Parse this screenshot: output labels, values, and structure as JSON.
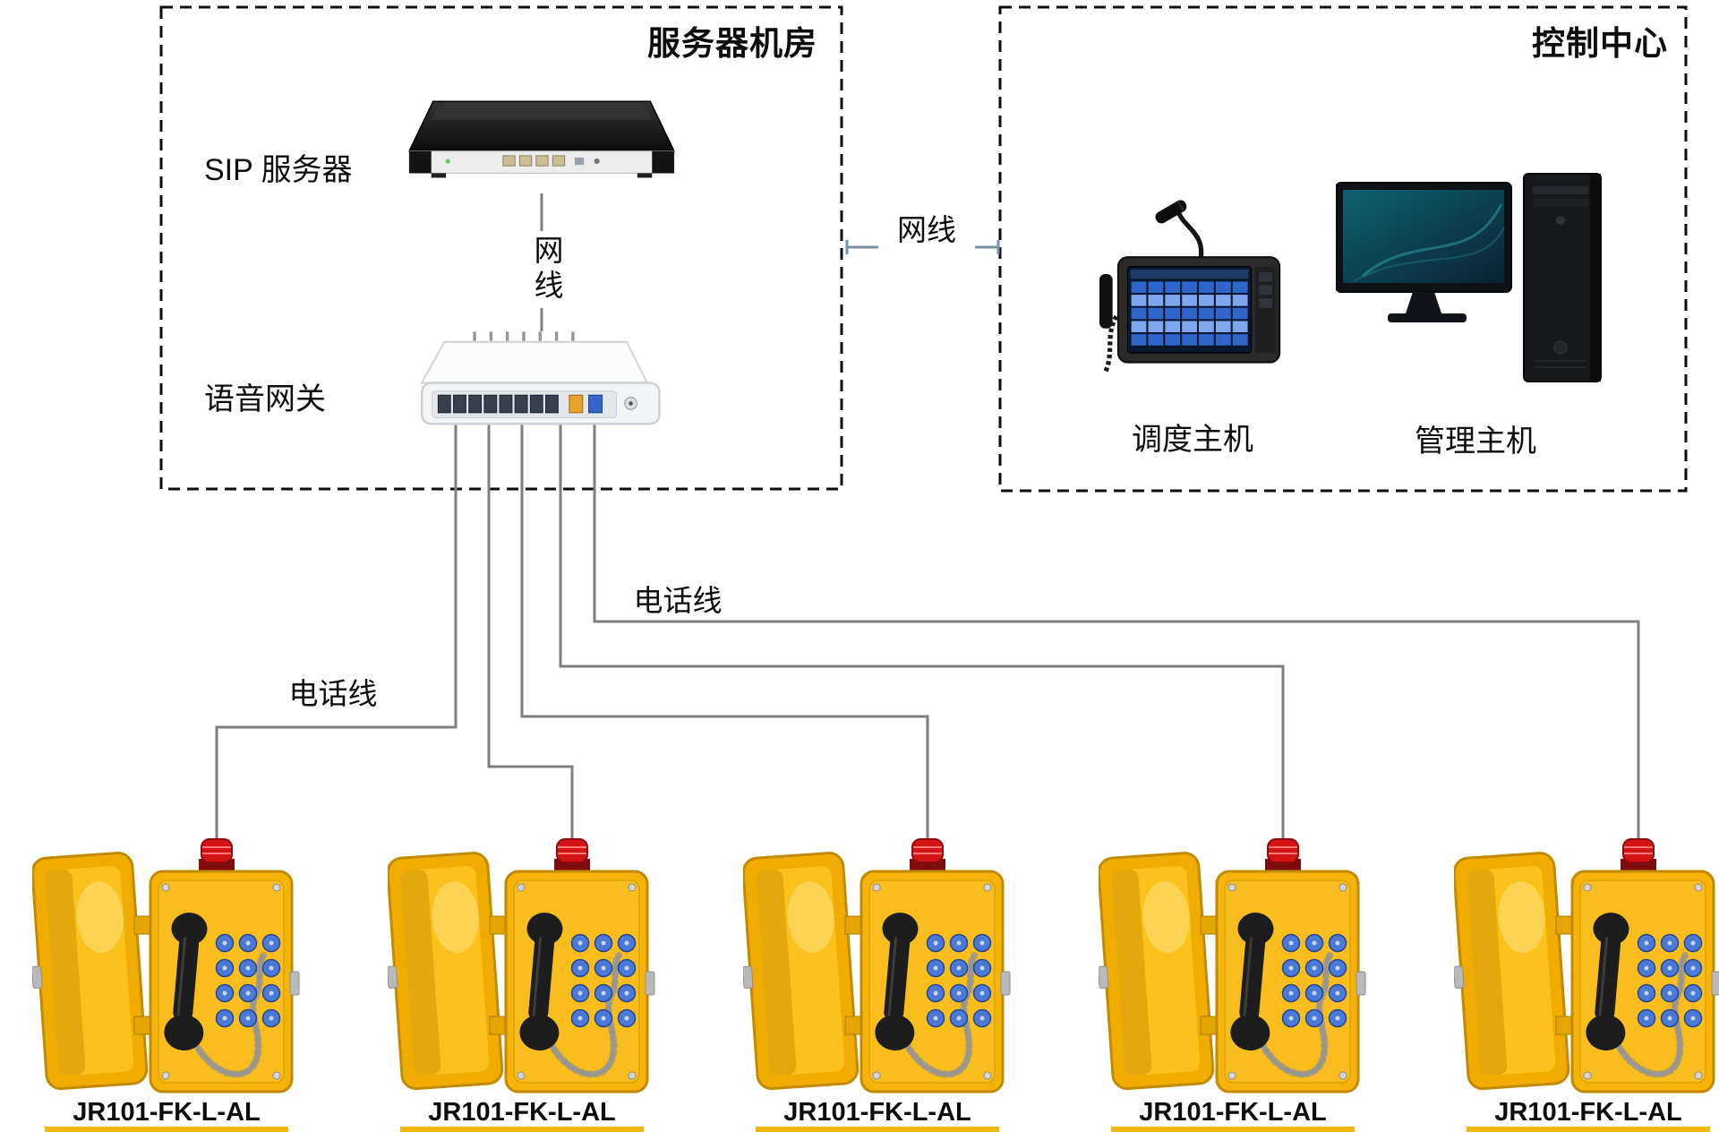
{
  "server_room": {
    "title": "服务器机房",
    "sip_server_label": "SIP 服务器",
    "gateway_label": "语音网关",
    "cable_label": "网线"
  },
  "control_center": {
    "title": "控制中心",
    "dispatch_label": "调度主机",
    "management_label": "管理主机"
  },
  "link_label": "网线",
  "phone_line_label_left": "电话线",
  "phone_line_label_right": "电话线",
  "phones": {
    "items": [
      {
        "label": "JR101-FK-L-AL"
      },
      {
        "label": "JR101-FK-L-AL"
      },
      {
        "label": "JR101-FK-L-AL"
      },
      {
        "label": "JR101-FK-L-AL"
      },
      {
        "label": "JR101-FK-L-AL"
      }
    ]
  },
  "connections": [
    {
      "from": "SIP 服务器",
      "to": "语音网关",
      "label": "网线"
    },
    {
      "from": "服务器机房",
      "to": "控制中心",
      "label": "网线"
    },
    {
      "from": "语音网关",
      "to": "JR101-FK-L-AL x5",
      "label": "电话线"
    }
  ],
  "colors": {
    "cable_gray": "#7f7f7f",
    "network_link_blue": "#7b90a9",
    "box_border": "#0d0d0d",
    "phone_body_yellow": "#f6b40a",
    "beacon_red": "#d41414",
    "keypad_blue": "#4a79d8"
  }
}
